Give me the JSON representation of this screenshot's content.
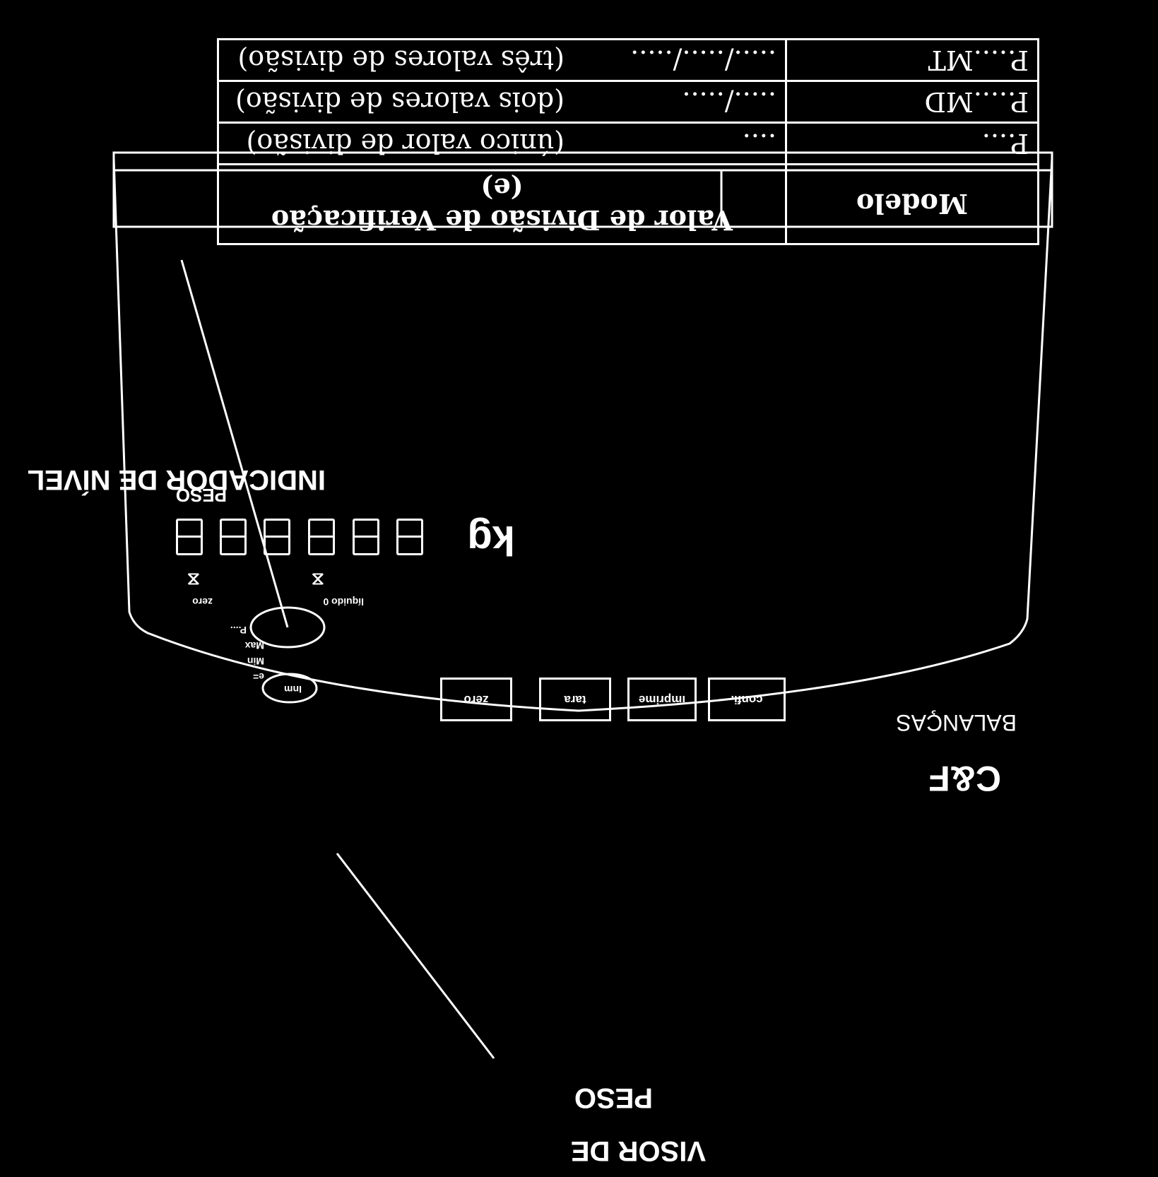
{
  "table": {
    "header": {
      "model": "Modelo",
      "value_line1": "Valor de Divisão de Verificação",
      "value_line2": "(e)"
    },
    "rows": [
      {
        "model": "P....",
        "value": "....",
        "note": "(único valor de divisão)"
      },
      {
        "model": "P.....MD",
        "value": "...../.....",
        "note": "(dois valores de divisão)"
      },
      {
        "model": "P.....MT",
        "value": "...../...../.....",
        "note": "(três valores de divisão)"
      }
    ]
  },
  "callouts": {
    "level_indicator": "INDICADOR DE NÍVEL",
    "weight_display_line1": "VISOR DE",
    "weight_display_line2": "PESO"
  },
  "scale": {
    "brand_logo": "C&F",
    "brand_name": "BALANÇAS",
    "buttons": [
      "zero",
      "tara",
      "imprime",
      "confi."
    ],
    "cert_mark": "Inm",
    "spec_labels": [
      "P....",
      "Max",
      "Min",
      "e="
    ],
    "indicators": [
      "zero",
      "líquido 0"
    ],
    "display_label": "PESO",
    "unit": "kg",
    "digit_count": 6
  },
  "colors": {
    "background": "#000000",
    "foreground": "#ffffff"
  }
}
